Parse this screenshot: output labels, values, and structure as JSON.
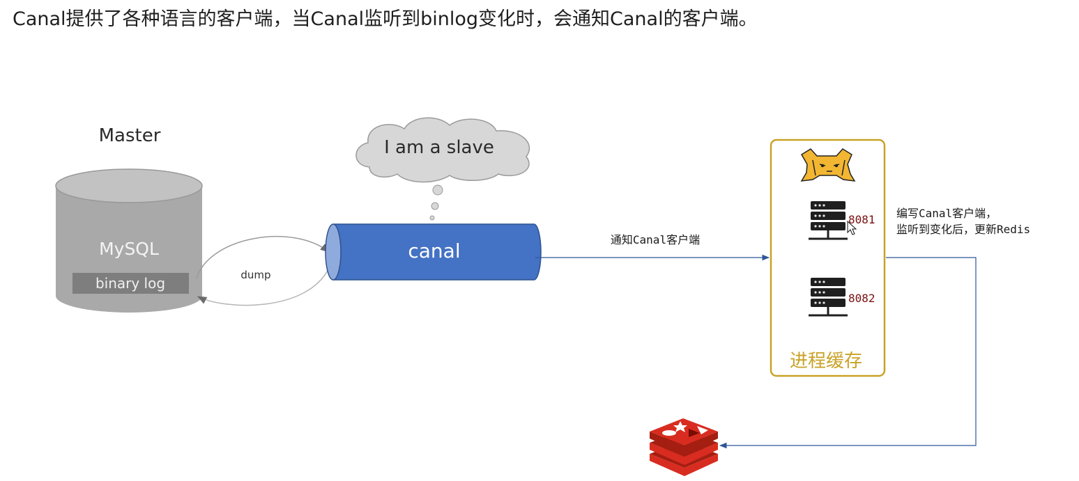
{
  "heading": "Canal提供了各种语言的客户端，当Canal监听到binlog变化时，会通知Canal的客户端。",
  "master": {
    "title": "Master",
    "db_name": "MySQL",
    "log_label": "binary log"
  },
  "dump_label": "dump",
  "slave_bubble": "I am a slave",
  "canal_label": "canal",
  "notify_label": "通知Canal客户端",
  "process_cache": {
    "title": "进程缓存",
    "servers": [
      {
        "port": "8081"
      },
      {
        "port": "8082"
      }
    ]
  },
  "client_note": {
    "line1": "编写Canal客户端，",
    "line2": "监听到变化后，更新Redis"
  },
  "colors": {
    "db_body": "#a9a9a9",
    "canal_blue": "#4472c4",
    "cache_border": "#c9a227",
    "arrow": "#2f5597",
    "redis_red": "#d82c20"
  },
  "icons": {
    "tomcat": "tomcat-logo-icon",
    "server": "server-rack-icon",
    "redis": "redis-logo-icon"
  }
}
